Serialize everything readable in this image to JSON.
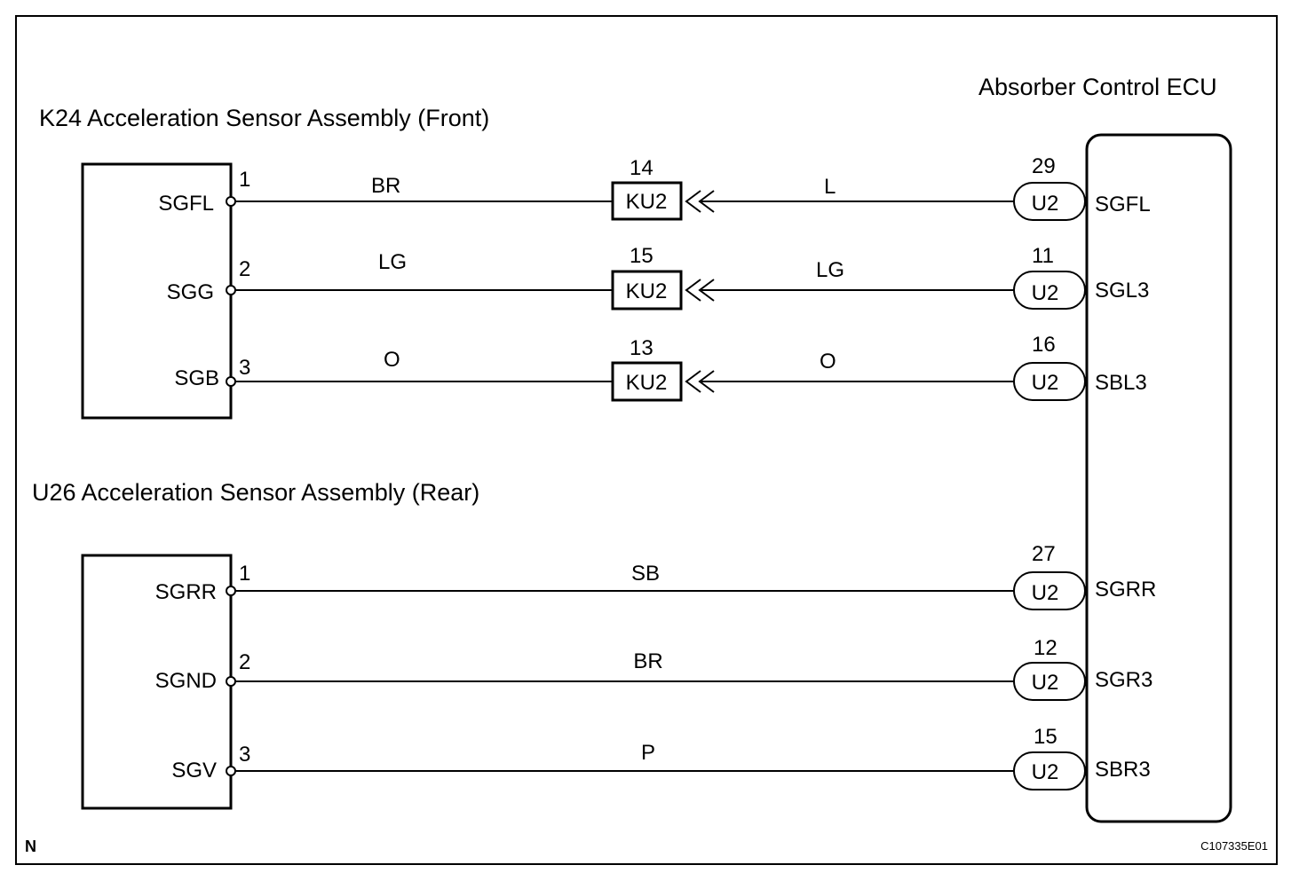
{
  "title_front": "K24 Acceleration Sensor Assembly (Front)",
  "title_rear": "U26 Acceleration Sensor Assembly (Rear)",
  "title_ecu": "Absorber Control ECU",
  "front_connections": [
    {
      "sensor_terminal": "SGFL",
      "sensor_pin": "1",
      "wire_sensor": "BR",
      "junction": "KU2",
      "junction_pin": "14",
      "wire_ecu": "L",
      "ecu_connector": "U2",
      "ecu_pin": "29",
      "ecu_terminal": "SGFL"
    },
    {
      "sensor_terminal": "SGG",
      "sensor_pin": "2",
      "wire_sensor": "LG",
      "junction": "KU2",
      "junction_pin": "15",
      "wire_ecu": "LG",
      "ecu_connector": "U2",
      "ecu_pin": "11",
      "ecu_terminal": "SGL3"
    },
    {
      "sensor_terminal": "SGB",
      "sensor_pin": "3",
      "wire_sensor": "O",
      "junction": "KU2",
      "junction_pin": "13",
      "wire_ecu": "O",
      "ecu_connector": "U2",
      "ecu_pin": "16",
      "ecu_terminal": "SBL3"
    }
  ],
  "rear_connections": [
    {
      "sensor_terminal": "SGRR",
      "sensor_pin": "1",
      "wire": "SB",
      "ecu_connector": "U2",
      "ecu_pin": "27",
      "ecu_terminal": "SGRR"
    },
    {
      "sensor_terminal": "SGND",
      "sensor_pin": "2",
      "wire": "BR",
      "ecu_connector": "U2",
      "ecu_pin": "12",
      "ecu_terminal": "SGR3"
    },
    {
      "sensor_terminal": "SGV",
      "sensor_pin": "3",
      "wire": "P",
      "ecu_connector": "U2",
      "ecu_pin": "15",
      "ecu_terminal": "SBR3"
    }
  ],
  "corner_left": "N",
  "corner_right": "C107335E01"
}
